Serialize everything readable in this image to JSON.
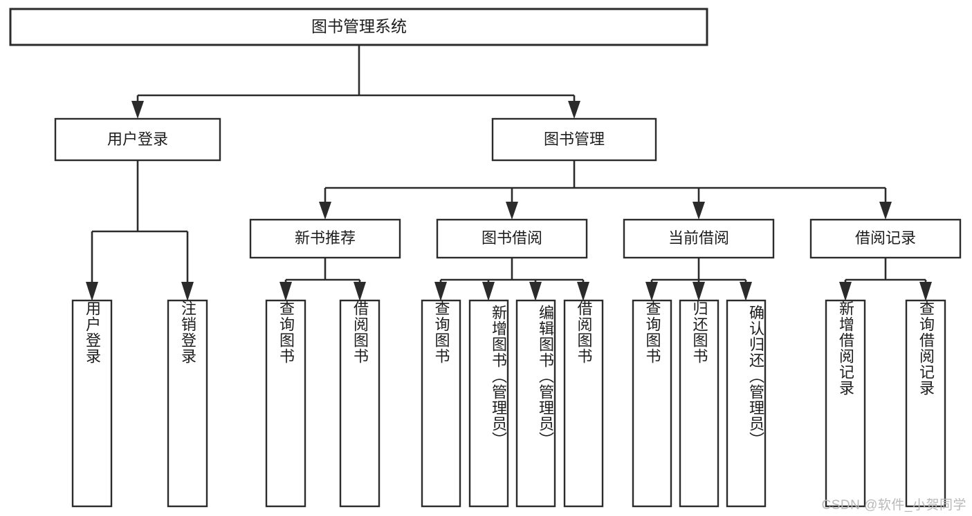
{
  "diagram": {
    "type": "tree-hierarchy",
    "title": "图书管理系统",
    "watermark": "CSDN @软件_小贺同学",
    "colors": {
      "background": "#ffffff",
      "stroke": "#2b2b2b",
      "text": "#1d1d1d",
      "watermark": "#b9b9b9"
    },
    "nodes": {
      "root": {
        "label": "图书管理系统"
      },
      "level1": [
        {
          "label": "用户登录"
        },
        {
          "label": "图书管理"
        }
      ],
      "level2": [
        {
          "label": "新书推荐"
        },
        {
          "label": "图书借阅"
        },
        {
          "label": "当前借阅"
        },
        {
          "label": "借阅记录"
        }
      ],
      "leaves": {
        "user_login": [
          {
            "label": "用户登录"
          },
          {
            "label": "注销登录"
          }
        ],
        "new_book": [
          {
            "label": "查询图书"
          },
          {
            "label": "借阅图书"
          }
        ],
        "book_borrow": [
          {
            "label": "查询图书"
          },
          {
            "label": "新增图书（管理员）"
          },
          {
            "label": "编辑图书（管理员）"
          },
          {
            "label": "借阅图书"
          }
        ],
        "current_borrow": [
          {
            "label": "查询图书"
          },
          {
            "label": "归还图书"
          },
          {
            "label": "确认归还（管理员）"
          }
        ],
        "borrow_record": [
          {
            "label": "新增借阅记录"
          },
          {
            "label": "查询借阅记录"
          }
        ]
      }
    }
  }
}
